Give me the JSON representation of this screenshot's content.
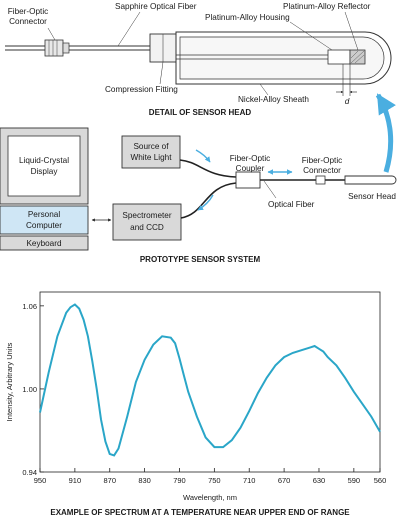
{
  "sensor_head": {
    "labels": {
      "fiber_optic_connector_line1": "Fiber-Optic",
      "fiber_optic_connector_line2": "Connector",
      "sapphire_fiber": "Sapphire Optical Fiber",
      "platinum_housing": "Platinum-Alloy Housing",
      "platinum_reflector": "Platinum-Alloy Reflector",
      "compression_fitting": "Compression Fitting",
      "nickel_sheath": "Nickel-Alloy Sheath",
      "gap": "d"
    },
    "caption": "DETAIL OF SENSOR HEAD"
  },
  "system": {
    "labels": {
      "lcd_line1": "Liquid-Crystal",
      "lcd_line2": "Display",
      "pc_line1": "Personal",
      "pc_line2": "Computer",
      "keyboard": "Keyboard",
      "source_line1": "Source of",
      "source_line2": "White Light",
      "coupler_line1": "Fiber-Optic",
      "coupler_line2": "Coupler",
      "connector_line1": "Fiber-Optic",
      "connector_line2": "Connector",
      "sensor_head": "Sensor Head",
      "optical_fiber": "Optical Fiber",
      "spectro_line1": "Spectrometer",
      "spectro_line2": "and CCD"
    },
    "caption": "PROTOTYPE SENSOR SYSTEM",
    "colors": {
      "arrow": "#4aaee0",
      "pc_fill": "#cfe6f5",
      "device_fill": "#d9d9d9"
    }
  },
  "chart_data": {
    "type": "line",
    "title": "EXAMPLE OF SPECTRUM AT A TEMPERATURE NEAR UPPER END OF RANGE",
    "xlabel": "Wavelength, nm",
    "ylabel": "Intensity, Arbitrary Units",
    "xlim": [
      950,
      560
    ],
    "ylim": [
      0.94,
      1.07
    ],
    "xticks": [
      950,
      910,
      870,
      830,
      790,
      750,
      710,
      670,
      630,
      590,
      560
    ],
    "yticks": [
      0.94,
      1.0,
      1.06
    ],
    "ytick_labels": [
      "0.94",
      "1.00",
      "1.06"
    ],
    "grid": false,
    "color": "#2aa6c8",
    "series": [
      {
        "x": [
          950,
          940,
          930,
          920,
          915,
          910,
          905,
          900,
          895,
          890,
          885,
          880,
          875,
          870,
          865,
          860,
          850,
          840,
          830,
          820,
          810,
          800,
          795,
          790,
          785,
          780,
          770,
          760,
          750,
          740,
          730,
          720,
          710,
          700,
          690,
          680,
          670,
          660,
          650,
          640,
          635,
          630,
          625,
          620,
          610,
          600,
          590,
          580,
          570,
          560
        ],
        "y": [
          0.983,
          1.012,
          1.038,
          1.055,
          1.059,
          1.061,
          1.058,
          1.05,
          1.038,
          1.02,
          1.0,
          0.978,
          0.962,
          0.953,
          0.952,
          0.957,
          0.98,
          1.005,
          1.021,
          1.032,
          1.038,
          1.037,
          1.033,
          1.022,
          1.01,
          0.998,
          0.98,
          0.965,
          0.958,
          0.958,
          0.963,
          0.972,
          0.984,
          0.997,
          1.008,
          1.017,
          1.023,
          1.026,
          1.028,
          1.03,
          1.031,
          1.029,
          1.027,
          1.023,
          1.017,
          1.008,
          0.998,
          0.989,
          0.98,
          0.969
        ]
      }
    ]
  }
}
